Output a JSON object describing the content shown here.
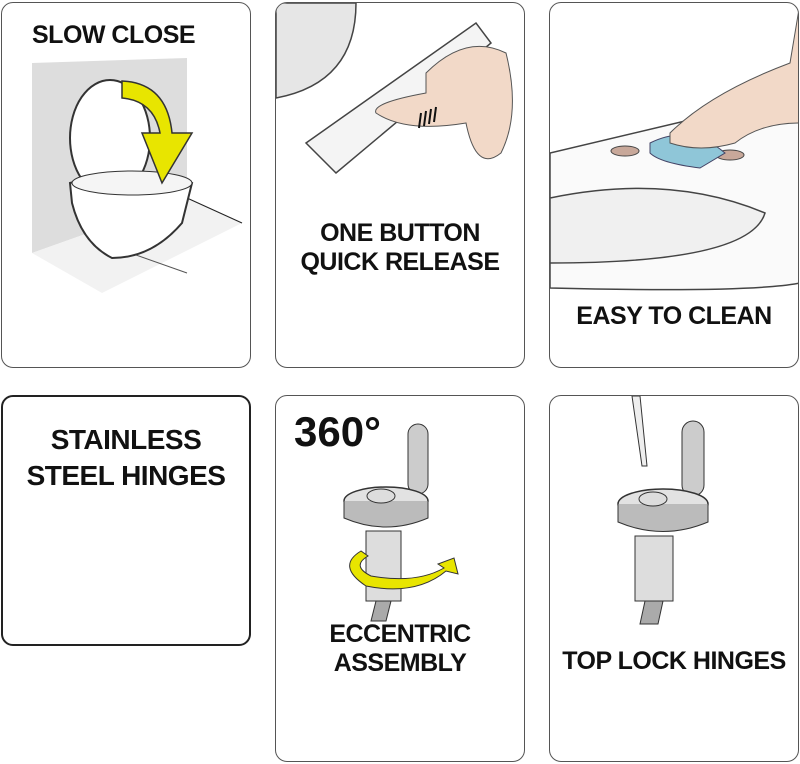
{
  "panels": [
    {
      "title": "SLOW CLOSE"
    },
    {
      "title_line1": "ONE BUTTON",
      "title_line2": "QUICK RELEASE"
    },
    {
      "title": "EASY TO CLEAN"
    },
    {
      "title_line1": "STAINLESS",
      "title_line2": "STEEL HINGES"
    },
    {
      "badge": "360°",
      "title_line1": "ECCENTRIC",
      "title_line2": "ASSEMBLY"
    },
    {
      "title": "TOP LOCK HINGES"
    }
  ],
  "colors": {
    "arrow": "#e8e500",
    "border": "#555555",
    "cloth": "#8fc6d8",
    "skin": "#f2d9c8"
  }
}
